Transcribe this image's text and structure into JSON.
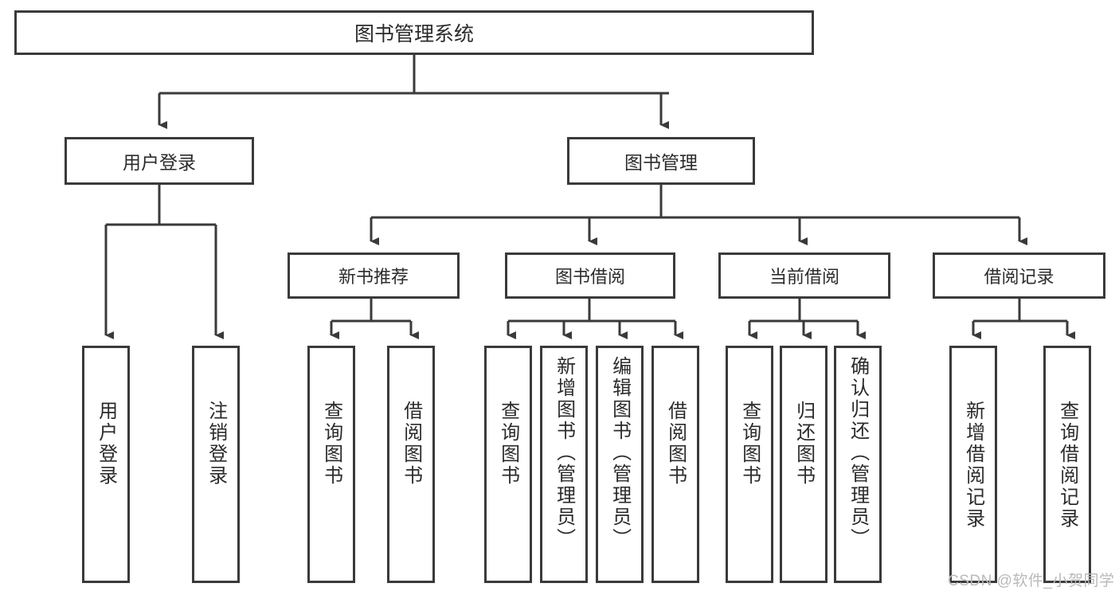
{
  "diagram": {
    "title": "图书管理系统",
    "type": "hierarchy-tree",
    "stroke_color": "#3a3a3a",
    "text_color": "#2b2b2b",
    "background": "#ffffff",
    "root": {
      "label": "图书管理系统"
    },
    "level1": [
      {
        "label": "用户登录"
      },
      {
        "label": "图书管理"
      }
    ],
    "level2": [
      {
        "label": "新书推荐"
      },
      {
        "label": "图书借阅"
      },
      {
        "label": "当前借阅"
      },
      {
        "label": "借阅记录"
      }
    ],
    "leaves": {
      "user_login": [
        {
          "label": "用户登录"
        },
        {
          "label": "注销登录"
        }
      ],
      "new_book_recommend": [
        {
          "label": "查询图书"
        },
        {
          "label": "借阅图书"
        }
      ],
      "book_borrow": [
        {
          "label": "查询图书"
        },
        {
          "label": "新增图书（管理员）"
        },
        {
          "label": "编辑图书（管理员）"
        },
        {
          "label": "借阅图书"
        }
      ],
      "current_borrow": [
        {
          "label": "查询图书"
        },
        {
          "label": "归还图书"
        },
        {
          "label": "确认归还（管理员）"
        }
      ],
      "borrow_record": [
        {
          "label": "新增借阅记录"
        },
        {
          "label": "查询借阅记录"
        }
      ]
    }
  },
  "watermark": {
    "text": "CSDN @软件_小贺同学"
  }
}
